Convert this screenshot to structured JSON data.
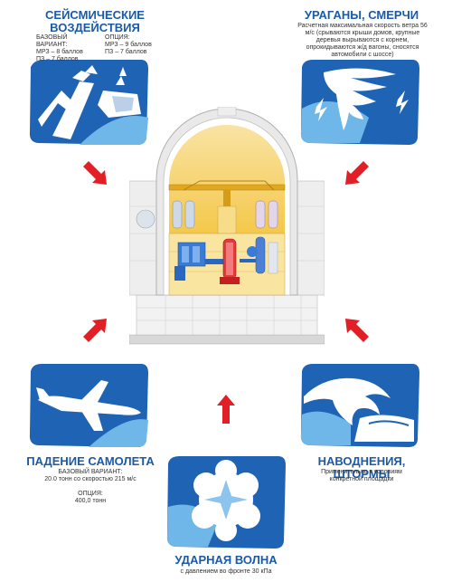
{
  "colors": {
    "title_blue": "#1a5aa8",
    "icon_blue": "#1e63b4",
    "arrow_red": "#e21f26",
    "reactor_yellow": "#f4c84a",
    "text_gray": "#333333"
  },
  "seismic": {
    "title_line1": "СЕЙСМИЧЕСКИЕ",
    "title_line2": "ВОЗДЕЙСТВИЯ",
    "base_label": "БАЗОВЫЙ ВАРИАНТ:",
    "base_mrz": "МРЗ – 8 баллов",
    "base_pz": "ПЗ – 7 баллов",
    "option_label": "ОПЦИЯ:",
    "option_mrz": "МРЗ – 9 баллов",
    "option_pz": "ПЗ – 7 баллов",
    "icon": "earthquake-road-icon"
  },
  "hurricane": {
    "title": "УРАГАНЫ, СМЕРЧИ",
    "desc_line1": "Расчетная максимальная скорость ветра 56",
    "desc_line2": "м/с (срываются крыши домов, крупные",
    "desc_line3": "деревья вырываются с корнем,",
    "desc_line4": "опрокидываются ж/д вагоны, сносятся",
    "desc_line5": "автомобили  с шоссе)",
    "icon": "tornado-icon"
  },
  "plane": {
    "title": "ПАДЕНИЕ САМОЛЕТА",
    "base_label": "БАЗОВЫЙ ВАРИАНТ:",
    "base_value": "20.0 тонн со скоростью 215 м/с",
    "option_label": "ОПЦИЯ:",
    "option_value": "400,0 тонн",
    "icon": "airplane-icon"
  },
  "flood": {
    "title": "НАВОДНЕНИЯ, ШТОРМЫ",
    "desc_line1": "Применительно к условиям",
    "desc_line2": "конкретной площадки",
    "icon": "wave-icon"
  },
  "shockwave": {
    "title": "УДАРНАЯ ВОЛНА",
    "desc": "с давлением во фронте 30 кПа",
    "icon": "explosion-icon"
  }
}
